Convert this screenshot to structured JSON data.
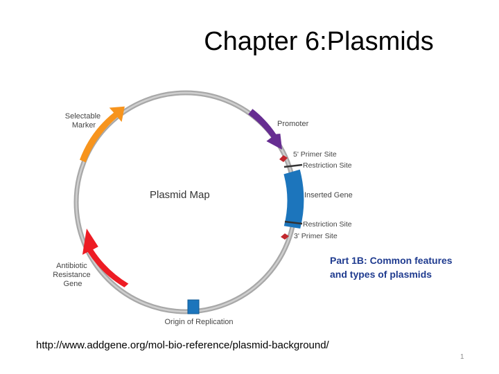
{
  "slide": {
    "title": "Chapter 6:Plasmids",
    "caption": "Part 1B: Common features and types of plasmids",
    "source_url": "http://www.addgene.org/mol-bio-reference/plasmid-background/",
    "slide_number": "1"
  },
  "diagram": {
    "center_label": "Plasmid Map",
    "labels": {
      "selectable_marker": [
        "Selectable",
        "Marker"
      ],
      "promoter": "Promoter",
      "primer_5": "5' Primer Site",
      "restriction_top": "Restriction Site",
      "inserted_gene": "Inserted Gene",
      "restriction_bottom": "Restriction Site",
      "primer_3": "3' Primer Site",
      "antibiotic": [
        "Antibiotic",
        "Resistance",
        "Gene"
      ],
      "origin": "Origin of Replication"
    },
    "colors": {
      "ring": "#b3b3b3",
      "selectable_marker": "#f7941d",
      "promoter": "#662d91",
      "inserted_gene": "#1c75bc",
      "antibiotic": "#ed1c24",
      "origin": "#1c75bc",
      "primer_site": "#c1272d",
      "restriction_site": "#333333"
    }
  }
}
